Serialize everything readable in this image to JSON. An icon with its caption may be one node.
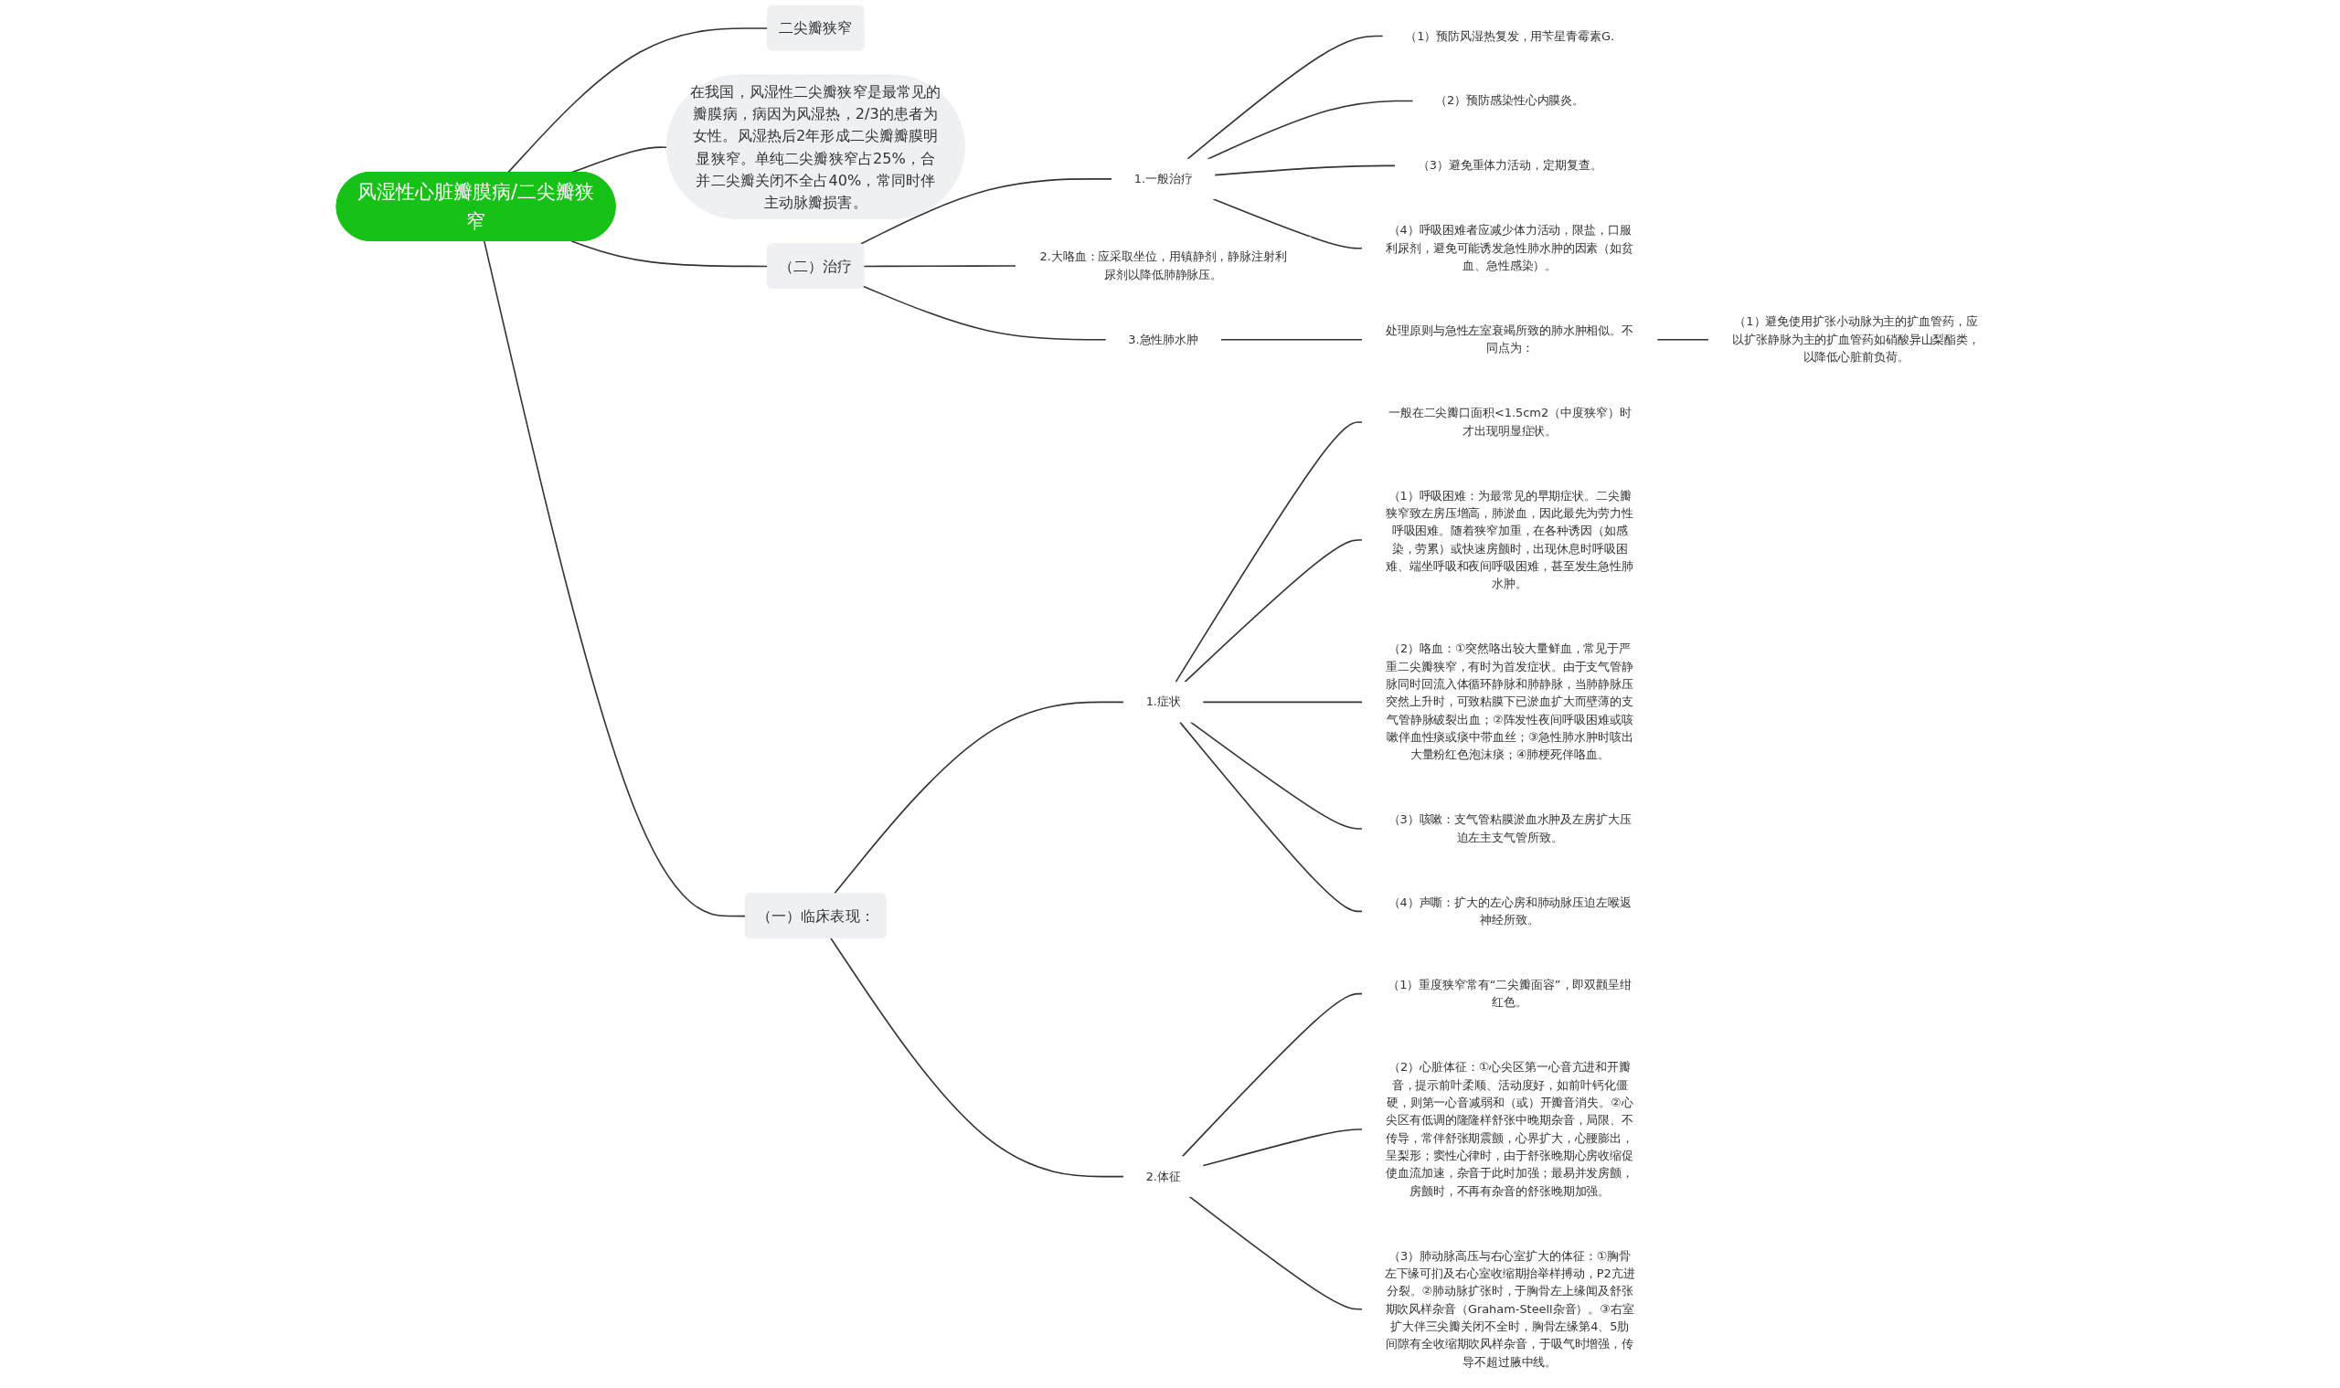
{
  "diagram": {
    "nodes": [
      {
        "text": [
          "风湿性心脏瓣膜病/二尖瓣狭窄"
        ]
      },
      {
        "text": [
          "二尖瓣狭窄"
        ]
      },
      {
        "text": [
          "在我国，风湿性二尖瓣狭窄是最常见的瓣膜病，病因为风湿热，2/3的患者为女性。风湿热后2年形成二尖瓣瓣膜明显狭窄。单纯二尖瓣狭窄占25%，合并二尖瓣关闭不全占40%，常同时伴主动脉瓣损害。"
        ]
      },
      {
        "text": [
          "（二）治疗"
        ]
      },
      {
        "text": [
          "1.一般治疗"
        ]
      },
      {
        "text": [
          "（1）预防风湿热复发，用苄星青霉素G."
        ]
      },
      {
        "text": [
          "（2）预防感染性心内膜炎。"
        ]
      },
      {
        "text": [
          "（3）避免重体力活动，定期复查。"
        ]
      },
      {
        "text": [
          "（4）呼吸困难者应减少体力活动，限盐，口服利尿剂，避免可能诱发急性肺水肿的因素（如贫血、急性感染）。"
        ]
      },
      {
        "text": [
          "2.大咯血：应采取坐位，用镇静剂，静脉注射利尿剂以降低肺静脉压。"
        ]
      },
      {
        "text": [
          "3.急性肺水肿"
        ]
      },
      {
        "text": [
          "处理原则与急性左室衰竭所致的肺水肿相似。不同点为："
        ]
      },
      {
        "text": [
          "（1）避免使用扩张小动脉为主的扩血管药，应以扩张静脉为主的扩血管药如硝酸异山梨酯类，以降低心脏前负荷。"
        ]
      },
      {
        "text": [
          "（一）临床表现："
        ]
      },
      {
        "text": [
          "1.症状"
        ]
      },
      {
        "text": [
          "一般在二尖瓣口面积<1.5cm2（中度狭窄）时才出现明显症状。"
        ]
      },
      {
        "text": [
          "（1）呼吸困难：为最常见的早期症状。二尖瓣狭窄致左房压增高，肺淤血，因此最先为劳力性呼吸困难。随着狭窄加重，在各种诱因（如感染，劳累）或快速房颤时，出现休息时呼吸困难、端坐呼吸和夜间呼吸困难，甚至发生急性肺水肿。"
        ]
      },
      {
        "text": [
          "（2）咯血：①突然咯出较大量鲜血，常见于严重二尖瓣狭窄，有时为首发症状。由于支气管静脉同时回流入体循环静脉和肺静脉，当肺静脉压突然上升时，可致粘膜下已淤血扩大而壁薄的支气管静脉破裂出血；②阵发性夜间呼吸困难或咳嗽伴血性痰或痰中带血丝；③急性肺水肿时咳出大量粉红色泡沫痰；④肺梗死伴咯血。"
        ]
      },
      {
        "text": [
          "（3）咳嗽：支气管粘膜淤血水肿及左房扩大压迫左主支气管所致。"
        ]
      },
      {
        "text": [
          "（4）声嘶：扩大的左心房和肺动脉压迫左喉返神经所致。"
        ]
      },
      {
        "text": [
          "2.体征"
        ]
      },
      {
        "text": [
          "（1）重度狭窄常有“二尖瓣面容”，即双颧呈绀红色。"
        ]
      },
      {
        "text": [
          "（2）心脏体征：①心尖区第一心音亢进和开瓣音，提示前叶柔顺、活动度好，如前叶钙化僵硬，则第一心音减弱和（或）开瓣音消失。②心尖区有低调的隆隆样舒张中晚期杂音，局限、不传导，常伴舒张期震颤，心界扩大，心腰膨出，呈梨形；窦性心律时，由于舒张晚期心房收缩促使血流加速，杂音于此时加强；最易并发房颤，房颤时，不再有杂音的舒张晚期加强。"
        ]
      },
      {
        "text": [
          "（3）肺动脉高压与右心室扩大的体征：①胸骨左下缘可扪及右心室收缩期抬举样搏动，P2亢进分裂。②肺动脉扩张时，于胸骨左上缘闻及舒张期吹风样杂音（Graham-Steell杂音）。③右室扩大伴三尖瓣关闭不全时，胸骨左缘第4、5肋间隙有全收缩期吹风样杂音，于吸气时增强，传导不超过腋中线。"
        ]
      }
    ],
    "edges": [
      {
        "from": 0,
        "to": 1,
        "arrow": "none"
      },
      {
        "from": 0,
        "to": 2,
        "arrow": "none"
      },
      {
        "from": 0,
        "to": 3,
        "arrow": "none"
      },
      {
        "from": 3,
        "to": 4,
        "arrow": "none"
      },
      {
        "from": 4,
        "to": 5,
        "arrow": "none"
      },
      {
        "from": 4,
        "to": 6,
        "arrow": "none"
      },
      {
        "from": 4,
        "to": 7,
        "arrow": "none"
      },
      {
        "from": 4,
        "to": 8,
        "arrow": "none"
      },
      {
        "from": 3,
        "to": 9,
        "arrow": "none"
      },
      {
        "from": 3,
        "to": 10,
        "arrow": "none"
      },
      {
        "from": 10,
        "to": 11,
        "arrow": "none"
      },
      {
        "from": 11,
        "to": 12,
        "arrow": "none"
      },
      {
        "from": 0,
        "to": 13,
        "arrow": "none"
      },
      {
        "from": 13,
        "to": 14,
        "arrow": "none"
      },
      {
        "from": 14,
        "to": 15,
        "arrow": "none"
      },
      {
        "from": 14,
        "to": 16,
        "arrow": "none"
      },
      {
        "from": 14,
        "to": 17,
        "arrow": "none"
      },
      {
        "from": 14,
        "to": 18,
        "arrow": "none"
      },
      {
        "from": 14,
        "to": 19,
        "arrow": "none"
      },
      {
        "from": 13,
        "to": 20,
        "arrow": "none"
      },
      {
        "from": 20,
        "to": 21,
        "arrow": "none"
      },
      {
        "from": 20,
        "to": 22,
        "arrow": "none"
      },
      {
        "from": 20,
        "to": 23,
        "arrow": "none"
      }
    ]
  }
}
